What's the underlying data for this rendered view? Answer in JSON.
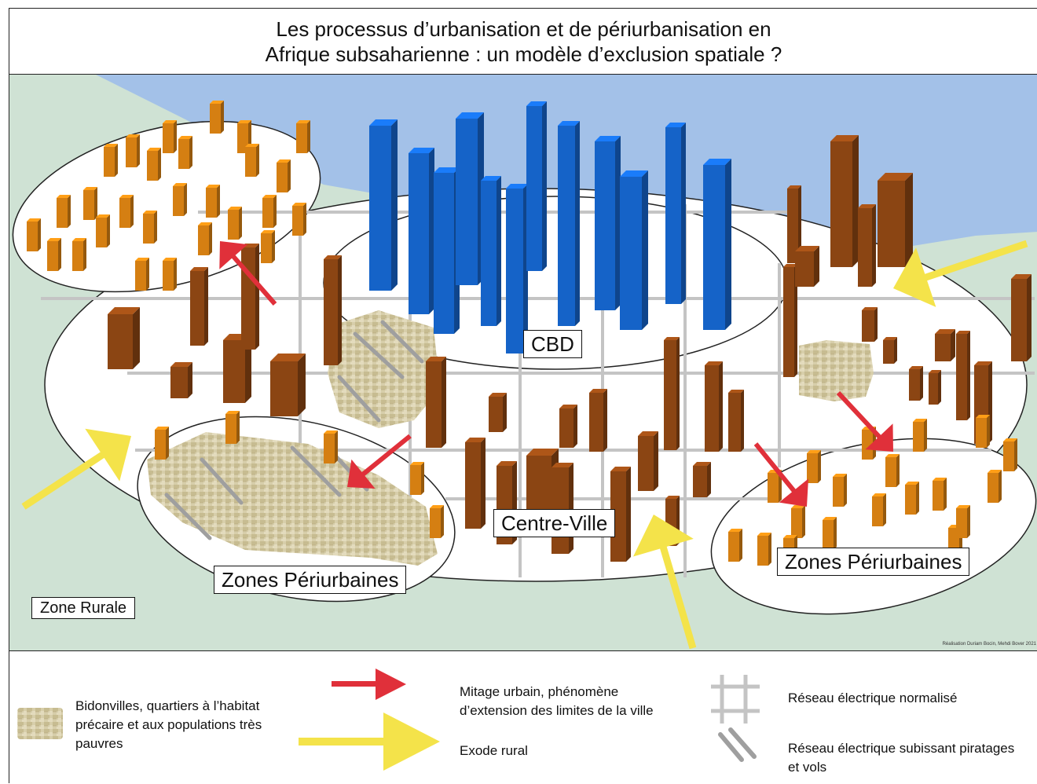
{
  "title": {
    "line1": "Les processus d’urbanisation et de périurbanisation en",
    "line2": "Afrique subsaharienne : un modèle d’exclusion spatiale ?"
  },
  "colors": {
    "water": "#a3c1e8",
    "rural": "#cfe2d4",
    "cbd_tower": "#1563c8",
    "dense_building": "#8b4513",
    "periurban_building": "#d57f12",
    "slum": "#d7ceaa",
    "grid": "#c4c4c4",
    "red_arrow": "#e0303a",
    "yellow_arrow": "#f4e34a"
  },
  "map_labels": {
    "cbd": "CBD",
    "centre_ville": "Centre-Ville",
    "periurban_left": "Zones Périurbaines",
    "periurban_right": "Zones Périurbaines",
    "rural": "Zone Rurale"
  },
  "credit": "Réalisation Duriam Bocin, Mehdi Bover 2021",
  "legend": {
    "slum": "Bidonvilles, quartiers à l’habitat précaire et aux populations très pauvres",
    "red_arrow": "Mitage urbain, phénomène d’extension des limites de la ville",
    "yellow_arrow": "Exode rural",
    "grid_normal": "Réseau électrique normalisé",
    "grid_pirated": "Réseau électrique subissant piratages et vols"
  },
  "icons": {
    "slum": "slum-cluster-icon",
    "red_arrow": "red-arrow-icon",
    "yellow_arrow": "yellow-arrow-icon",
    "grid_normal": "grid-hash-icon",
    "grid_pirated": "broken-lines-icon"
  }
}
